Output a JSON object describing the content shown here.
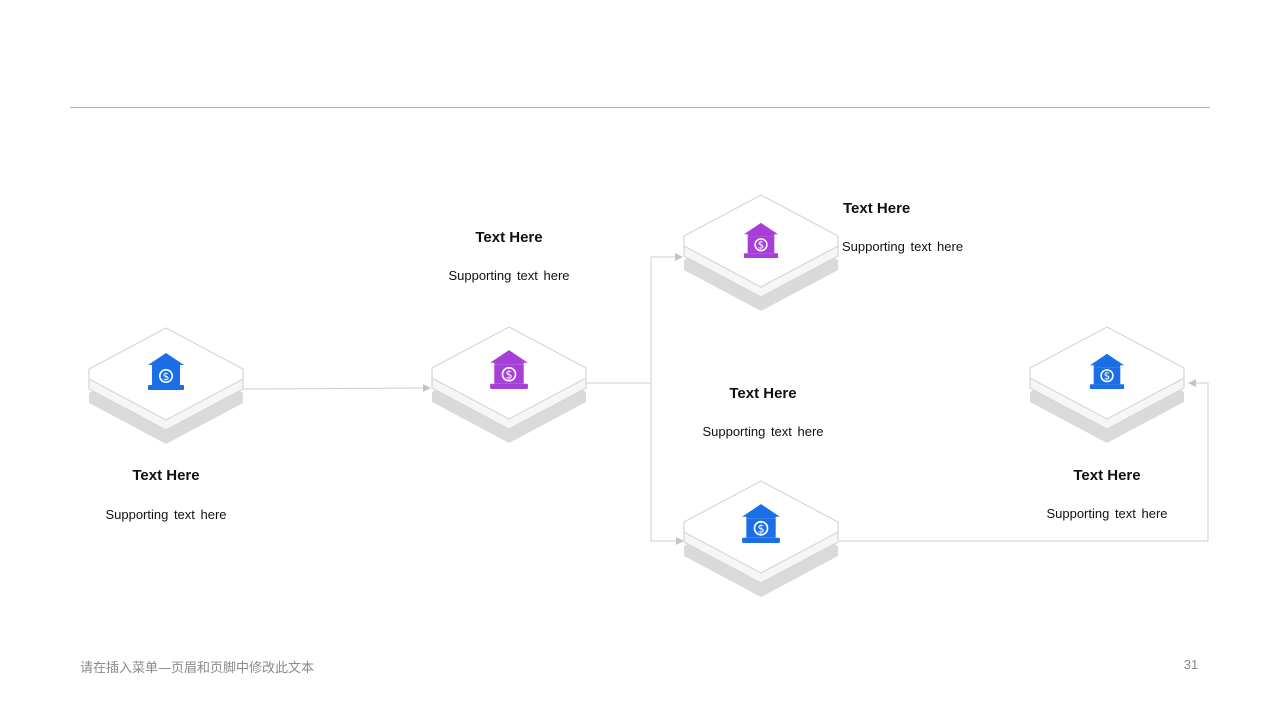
{
  "nodes": [
    {
      "id": "node-1",
      "title": "Text Here",
      "subtitle": "Supporting  text here",
      "icon": "bank-dollar-icon",
      "color": "#1a6fe6"
    },
    {
      "id": "node-2",
      "title": "Text Here",
      "subtitle": "Supporting  text here",
      "icon": "bank-dollar-icon",
      "color": "#a83ed8"
    },
    {
      "id": "node-3",
      "title": "Text Here",
      "subtitle": "Supporting  text here",
      "icon": "bank-dollar-icon",
      "color": "#a83ed8"
    },
    {
      "id": "node-4",
      "title": "Text Here",
      "subtitle": "Supporting  text here",
      "icon": "bank-dollar-icon",
      "color": "#1a6fe6"
    },
    {
      "id": "node-5",
      "title": "Text Here",
      "subtitle": "Supporting  text here",
      "icon": "bank-dollar-icon",
      "color": "#1a6fe6"
    }
  ],
  "footer": {
    "text": "请在插入菜单—页眉和页脚中修改此文本",
    "page_number": "31"
  }
}
